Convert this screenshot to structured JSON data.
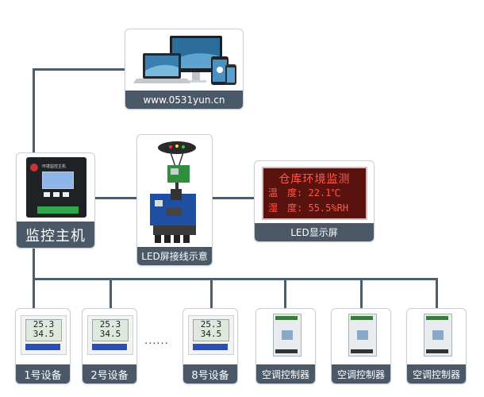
{
  "website": {
    "url": "www.0531yun.cn"
  },
  "host": {
    "label": "监控主机",
    "panel_title": "环境监控主机"
  },
  "wiring": {
    "label": "LED屏接线示意"
  },
  "led_screen": {
    "label": "LED显示屏",
    "line1": "仓库环境监测",
    "line2_label": "温　度:",
    "line2_value": "22.1℃",
    "line3_label": "湿　度:",
    "line3_value": "55.5%RH"
  },
  "ellipsis": "······",
  "devices": [
    {
      "label": "1号设备",
      "temp": "25.3",
      "hum": "34.5"
    },
    {
      "label": "2号设备",
      "temp": "25.3",
      "hum": "34.5"
    },
    {
      "label": "8号设备",
      "temp": "25.3",
      "hum": "34.5"
    },
    {
      "label": "空调控制器"
    },
    {
      "label": "空调控制器"
    },
    {
      "label": "空调控制器"
    }
  ],
  "colors": {
    "bar": "#4a5868",
    "line": "#4e5d6d",
    "led_bg": "#6b1410",
    "led_text": "#ff5a4a"
  }
}
